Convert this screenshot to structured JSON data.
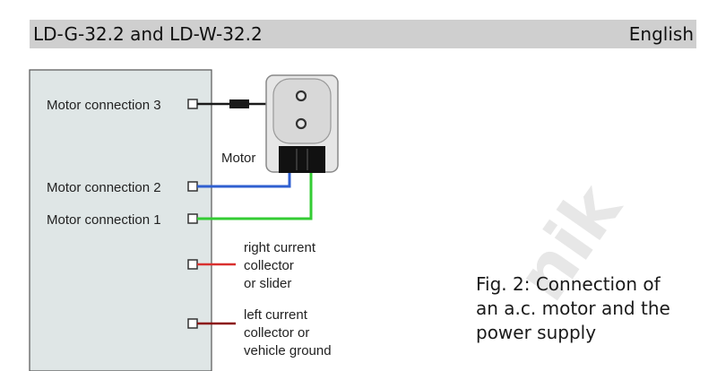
{
  "header": {
    "title": "LD-G-32.2 and LD-W-32.2",
    "language": "English"
  },
  "diagram": {
    "terminals": {
      "motor3": "Motor connection 3",
      "motor2": "Motor connection 2",
      "motor1": "Motor connection 1"
    },
    "motor_label": "Motor",
    "right_collector": [
      "right current",
      "collector",
      "or slider"
    ],
    "left_collector": [
      "left current",
      "collector or",
      "vehicle ground"
    ],
    "colors": {
      "panel": "#dfe6e6",
      "wire3": "#1a1a1a",
      "wire2": "#2f5fd0",
      "wire1": "#33cc33",
      "right_collector": "#d9302f",
      "left_collector": "#8b1010"
    }
  },
  "caption": {
    "lines": [
      "Fig. 2: Connection of",
      "an a.c. motor and the",
      "power supply"
    ]
  },
  "watermark": "nik"
}
